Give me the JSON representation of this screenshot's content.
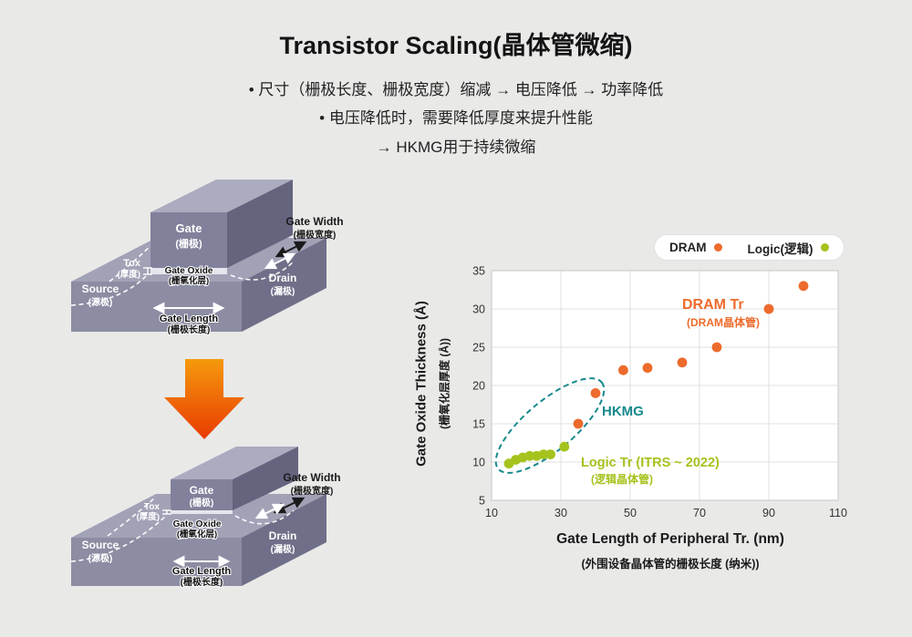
{
  "title": "Transistor Scaling(晶体管微缩)",
  "bullets": [
    "• 尺寸（栅极长度、栅极宽度）缩减 → 电压降低 → 功率降低",
    "• 电压降低时，需要降低厚度来提升性能",
    "→ HKMG用于持续微缩"
  ],
  "transistor": {
    "gate": "Gate",
    "gate_cn": "(栅极)",
    "gate_width": "Gate Width",
    "gate_width_cn": "(栅极宽度)",
    "tox": "Tox",
    "tox_cn": "(厚度)",
    "gate_oxide": "Gate Oxide",
    "gate_oxide_cn": "(栅氧化层)",
    "source": "Source",
    "source_cn": "(源极)",
    "drain": "Drain",
    "drain_cn": "(漏极)",
    "gate_length": "Gate Length",
    "gate_length_cn": "(栅极长度)"
  },
  "chart_data": {
    "type": "scatter",
    "series": [
      {
        "name": "DRAM",
        "color": "#ed6b2c",
        "points": [
          [
            35,
            15
          ],
          [
            40,
            19
          ],
          [
            48,
            22
          ],
          [
            55,
            22.3
          ],
          [
            65,
            23
          ],
          [
            75,
            25
          ],
          [
            90,
            30
          ],
          [
            100,
            33
          ]
        ]
      },
      {
        "name": "Logic(逻辑)",
        "color": "#a5c31d",
        "points": [
          [
            15,
            9.8
          ],
          [
            17,
            10.3
          ],
          [
            19,
            10.6
          ],
          [
            21,
            10.8
          ],
          [
            23,
            10.8
          ],
          [
            25,
            11
          ],
          [
            27,
            11
          ],
          [
            31,
            12
          ]
        ]
      }
    ],
    "xlabel": "Gate Length of Peripheral Tr. (nm)",
    "xlabel_cn": "(外围设备晶体管的栅极长度 (纳米))",
    "ylabel": "Gate Oxide Thickness (Å)",
    "ylabel_cn": "(栅氧化层厚度 (Å))",
    "xlim": [
      10,
      110
    ],
    "ylim": [
      5,
      35
    ],
    "xticks": [
      10,
      30,
      50,
      70,
      90,
      110
    ],
    "yticks": [
      5,
      10,
      15,
      20,
      25,
      30,
      35
    ],
    "grid": true,
    "legend_position": "top-right",
    "annotations": {
      "dram": {
        "text": "DRAM Tr",
        "sub": "(DRAM晶体管)",
        "color": "#ed6b2c"
      },
      "hkmg": {
        "text": "HKMG",
        "color": "#15898d"
      },
      "logic": {
        "text": "Logic Tr (ITRS ~ 2022)",
        "sub": "(逻辑晶体管)",
        "color": "#a5c31d"
      }
    }
  }
}
